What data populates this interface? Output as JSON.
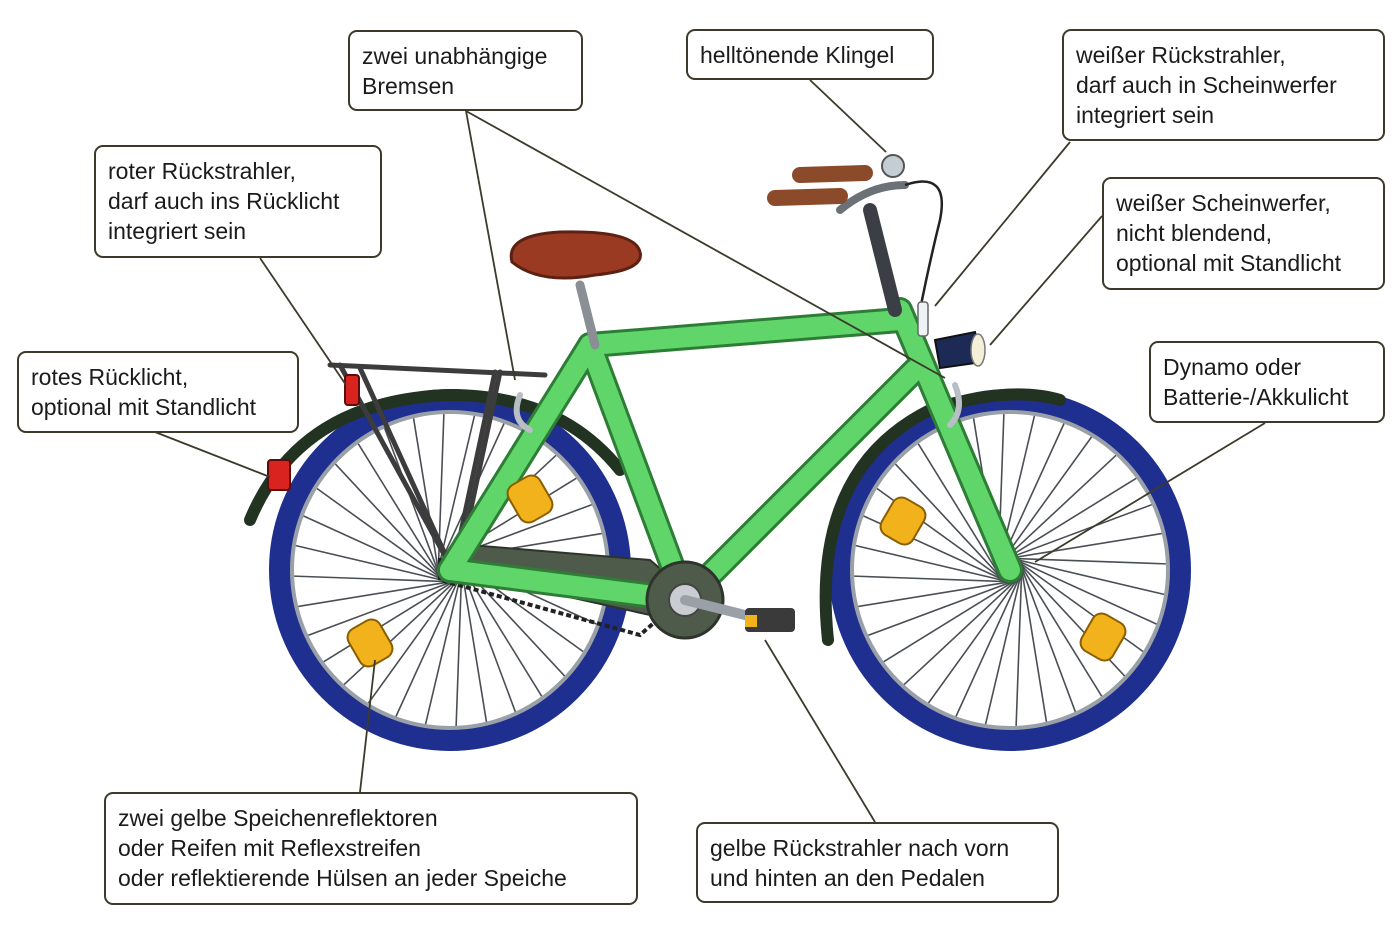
{
  "colors": {
    "frame": "#5fd56a",
    "frame_outline": "#2e7d36",
    "tire": "#1f2f8f",
    "mudguard": "#223322",
    "chainguard": "#4e5a4a",
    "saddle": "#9a3a22",
    "grip": "#8b4a2a",
    "reflector_yellow": "#f2b21b",
    "reflector_red": "#d8231f",
    "callout_border": "#3d3a2c",
    "leader_line": "#3d3a2c"
  },
  "callouts": {
    "brakes": {
      "lines": [
        "zwei unabhängige",
        "Bremsen"
      ]
    },
    "bell": {
      "lines": [
        "helltönende Klingel"
      ]
    },
    "front_reflector": {
      "lines": [
        "weißer Rückstrahler,",
        "darf auch in Scheinwerfer",
        "integriert sein"
      ]
    },
    "rear_reflector": {
      "lines": [
        "roter Rückstrahler,",
        "darf auch ins Rücklicht",
        "integriert sein"
      ]
    },
    "headlight": {
      "lines": [
        "weißer Scheinwerfer,",
        "nicht blendend,",
        "optional mit Standlicht"
      ]
    },
    "taillight": {
      "lines": [
        "rotes Rücklicht,",
        "optional mit Standlicht"
      ]
    },
    "power": {
      "lines": [
        "Dynamo oder",
        "Batterie-/Akkulicht"
      ]
    },
    "spoke_reflectors": {
      "lines": [
        "zwei gelbe Speichenreflektoren",
        "oder Reifen mit Reflexstreifen",
        "oder reflektierende Hülsen an jeder Speiche"
      ]
    },
    "pedal_reflectors": {
      "lines": [
        "gelbe Rückstrahler nach vorn",
        "und hinten an den Pedalen"
      ]
    }
  }
}
